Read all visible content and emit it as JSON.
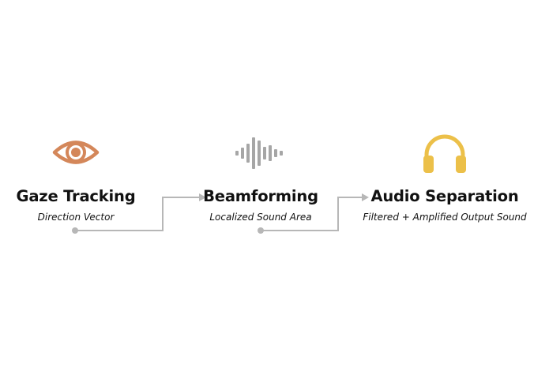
{
  "diagram": {
    "stages": [
      {
        "title": "Gaze Tracking",
        "subtitle": "Direction Vector",
        "icon": "eye-icon",
        "color": "#D4875A"
      },
      {
        "title": "Beamforming",
        "subtitle": "Localized Sound Area",
        "icon": "sound-wave-icon",
        "color": "#A6A6A6"
      },
      {
        "title": "Audio Separation",
        "subtitle": "Filtered + Amplified Output Sound",
        "icon": "headphones-icon",
        "color": "#ECC049"
      }
    ],
    "connector_color": "#B7B7B7"
  }
}
